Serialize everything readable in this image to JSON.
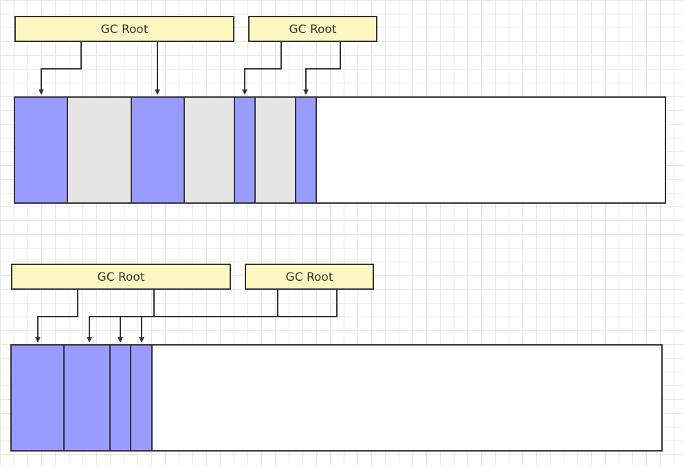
{
  "colors": {
    "live": "#989cfe",
    "garbage": "#e5e5e5",
    "free": "#ffffff",
    "label_fill": "#fff7c2",
    "stroke": "#333333"
  },
  "before": {
    "roots": [
      {
        "label": "GC Root"
      },
      {
        "label": "GC Root"
      }
    ],
    "segments": [
      "live",
      "garbage",
      "live",
      "garbage",
      "live",
      "garbage",
      "live",
      "free"
    ]
  },
  "after": {
    "roots": [
      {
        "label": "GC Root"
      },
      {
        "label": "GC Root"
      }
    ],
    "segments": [
      "live",
      "live",
      "live",
      "live",
      "free"
    ]
  }
}
